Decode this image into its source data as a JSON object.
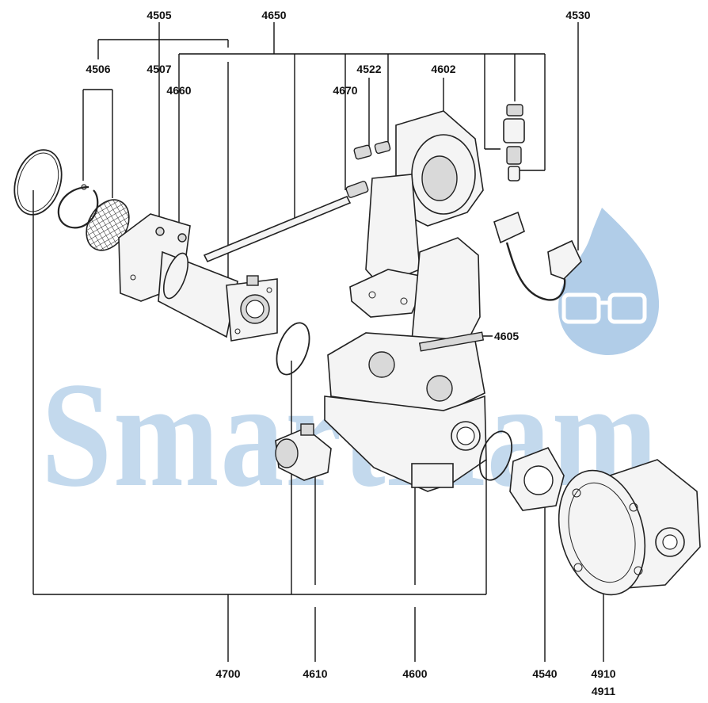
{
  "watermark": {
    "text": "SmartHam",
    "color": "#b9d3ea",
    "flame_color": "#a8c8e6"
  },
  "labels": {
    "l4505": "4505",
    "l4650": "4650",
    "l4530": "4530",
    "l4506": "4506",
    "l4507": "4507",
    "l4522": "4522",
    "l4602": "4602",
    "l4660": "4660",
    "l4670": "4670",
    "l4605": "4605",
    "l4700": "4700",
    "l4610": "4610",
    "l4600": "4600",
    "l4540": "4540",
    "l4910": "4910",
    "l4911": "4911"
  }
}
